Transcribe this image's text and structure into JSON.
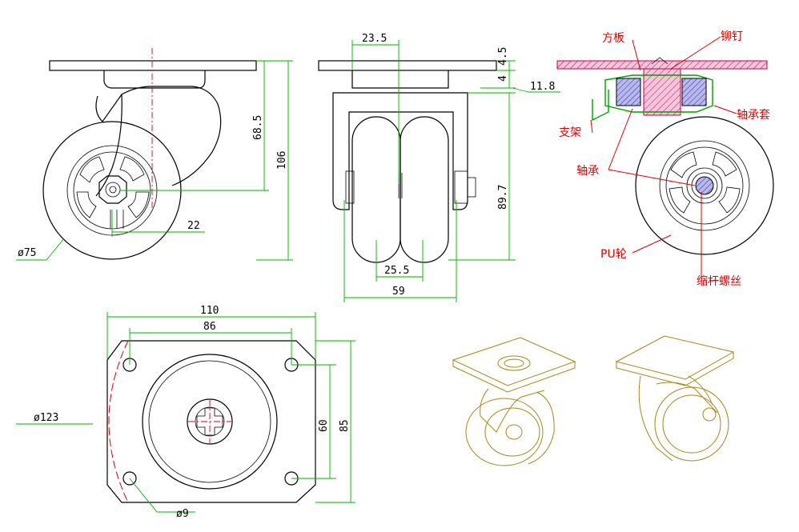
{
  "dimensions": {
    "dia75": "ø75",
    "h68_5": "68.5",
    "h106": "106",
    "off22": "22",
    "w23_5": "23.5",
    "h4_5": "4.5",
    "h4": "4",
    "h11_8": "11.8",
    "h89_7": "89.7",
    "w25_5": "25.5",
    "w59": "59",
    "w110": "110",
    "w86": "86",
    "h60": "60",
    "h85": "85",
    "dia123": "ø123",
    "dia9": "ø9"
  },
  "labels": {
    "square_plate": "方板",
    "rivet": "铆钉",
    "bearing_sleeve": "轴承套",
    "bracket": "支架",
    "bearing": "轴承",
    "pu_wheel": "PU轮",
    "shrink_bolt": "缩杆螺丝"
  },
  "colors": {
    "dimension": "#00b000",
    "label": "#e00000",
    "outline": "#000000",
    "iso_view": "#a8861a",
    "section_hatch": "#c0004a",
    "bearing_fill": "#3a3aa0"
  }
}
